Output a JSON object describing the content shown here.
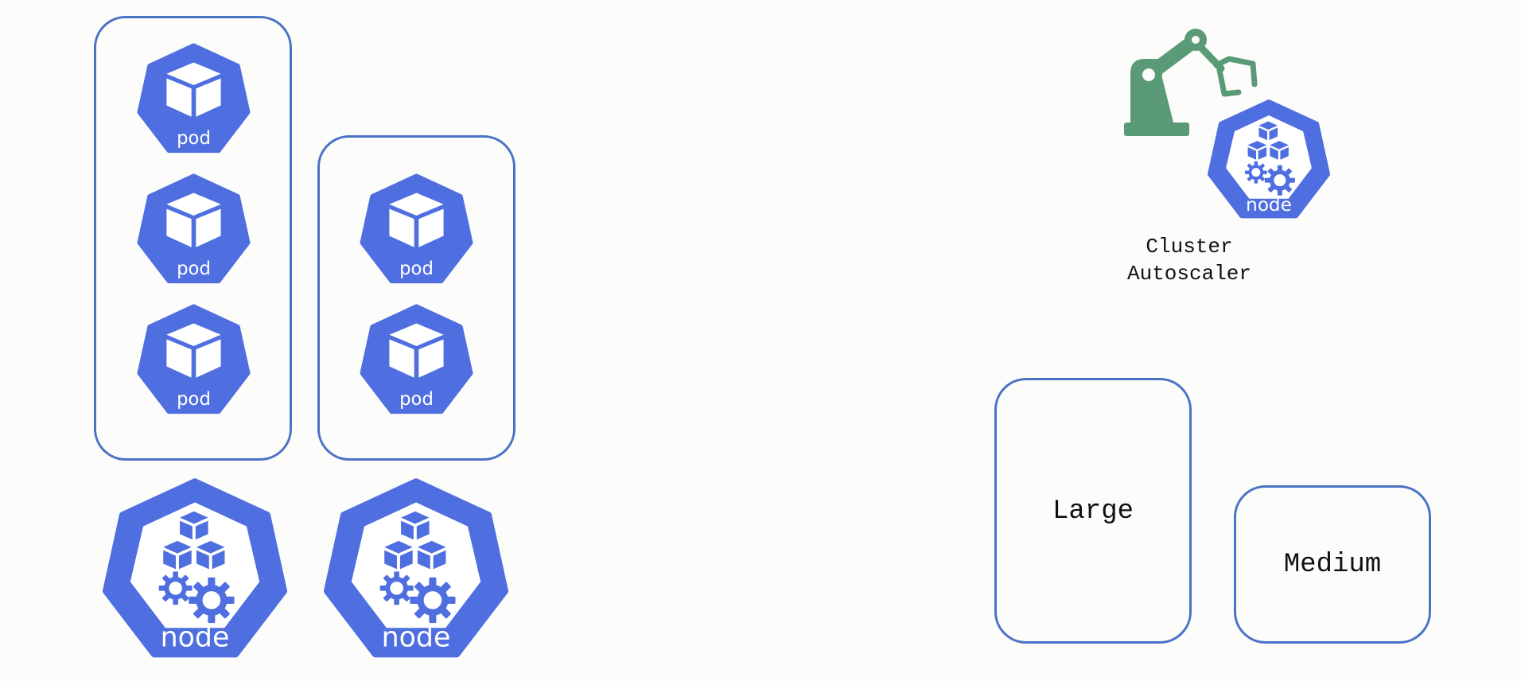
{
  "colors": {
    "k8s_blue": "#4f6fe0",
    "box_border": "#4b73c5",
    "robot_green": "#5a9a76",
    "background": "#fcfcfb"
  },
  "pods": {
    "label": "pod",
    "icon": "pod-cube-icon"
  },
  "nodes": {
    "label": "node",
    "icon": "node-gears-icon"
  },
  "autoscaler": {
    "icon": "robot-arm-icon",
    "node_label": "node",
    "title_line1": "Cluster",
    "title_line2": "Autoscaler"
  },
  "node_pools": {
    "large_label": "Large",
    "medium_label": "Medium"
  }
}
